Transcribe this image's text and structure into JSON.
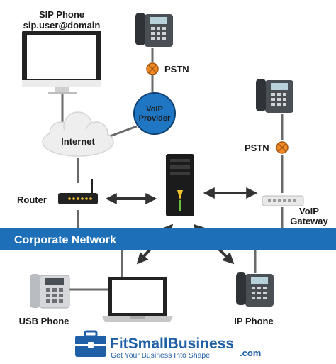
{
  "labels": {
    "sip_phone": "SIP Phone",
    "sip_user": "sip.user@domain",
    "pstn_top": "PSTN",
    "voip_provider_line1": "VoIP",
    "voip_provider_line2": "Provider",
    "internet": "Internet",
    "pstn_right": "PSTN",
    "router": "Router",
    "voip_gateway_line1": "VoIP",
    "voip_gateway_line2": "Gateway",
    "corporate_network": "Corporate Network",
    "usb_phone": "USB Phone",
    "ip_phone": "IP Phone"
  },
  "logo": {
    "name": "FitSmallBusiness",
    "domain": ".com",
    "tagline": "Get Your Business Into Shape"
  },
  "colors": {
    "network_bar": "#1d6fb8",
    "voip_circle": "#1f77c4",
    "pstn_dot": "#f08a24",
    "brand": "#1e5fa7"
  }
}
